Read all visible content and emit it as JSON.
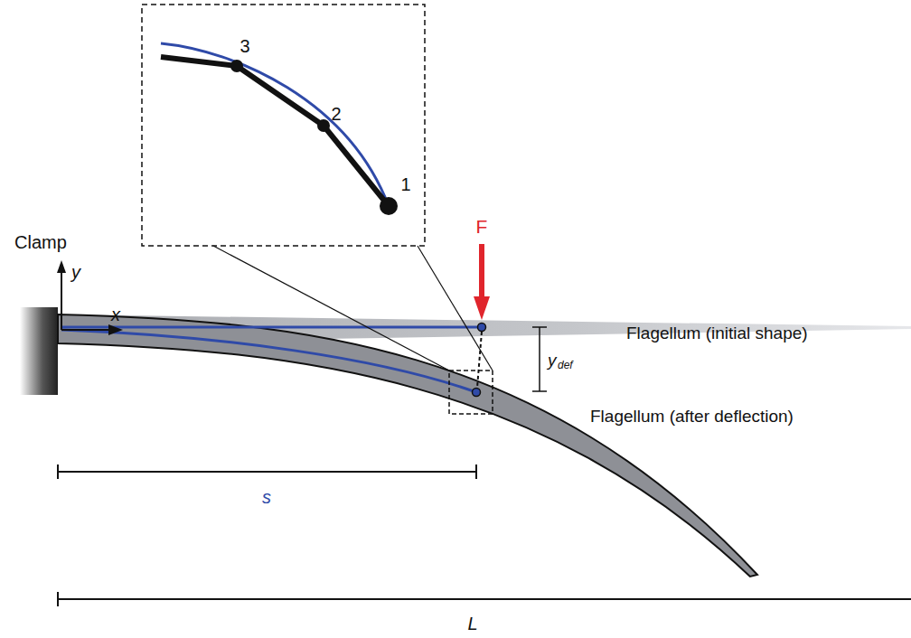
{
  "diagram": {
    "labels": [
      "Clamp",
      "y",
      "x",
      "F",
      "Flagellum (initial shape)",
      "y",
      "def",
      "Flagellum (after deflection)",
      "s",
      "L",
      "3",
      "2",
      "1"
    ]
  }
}
